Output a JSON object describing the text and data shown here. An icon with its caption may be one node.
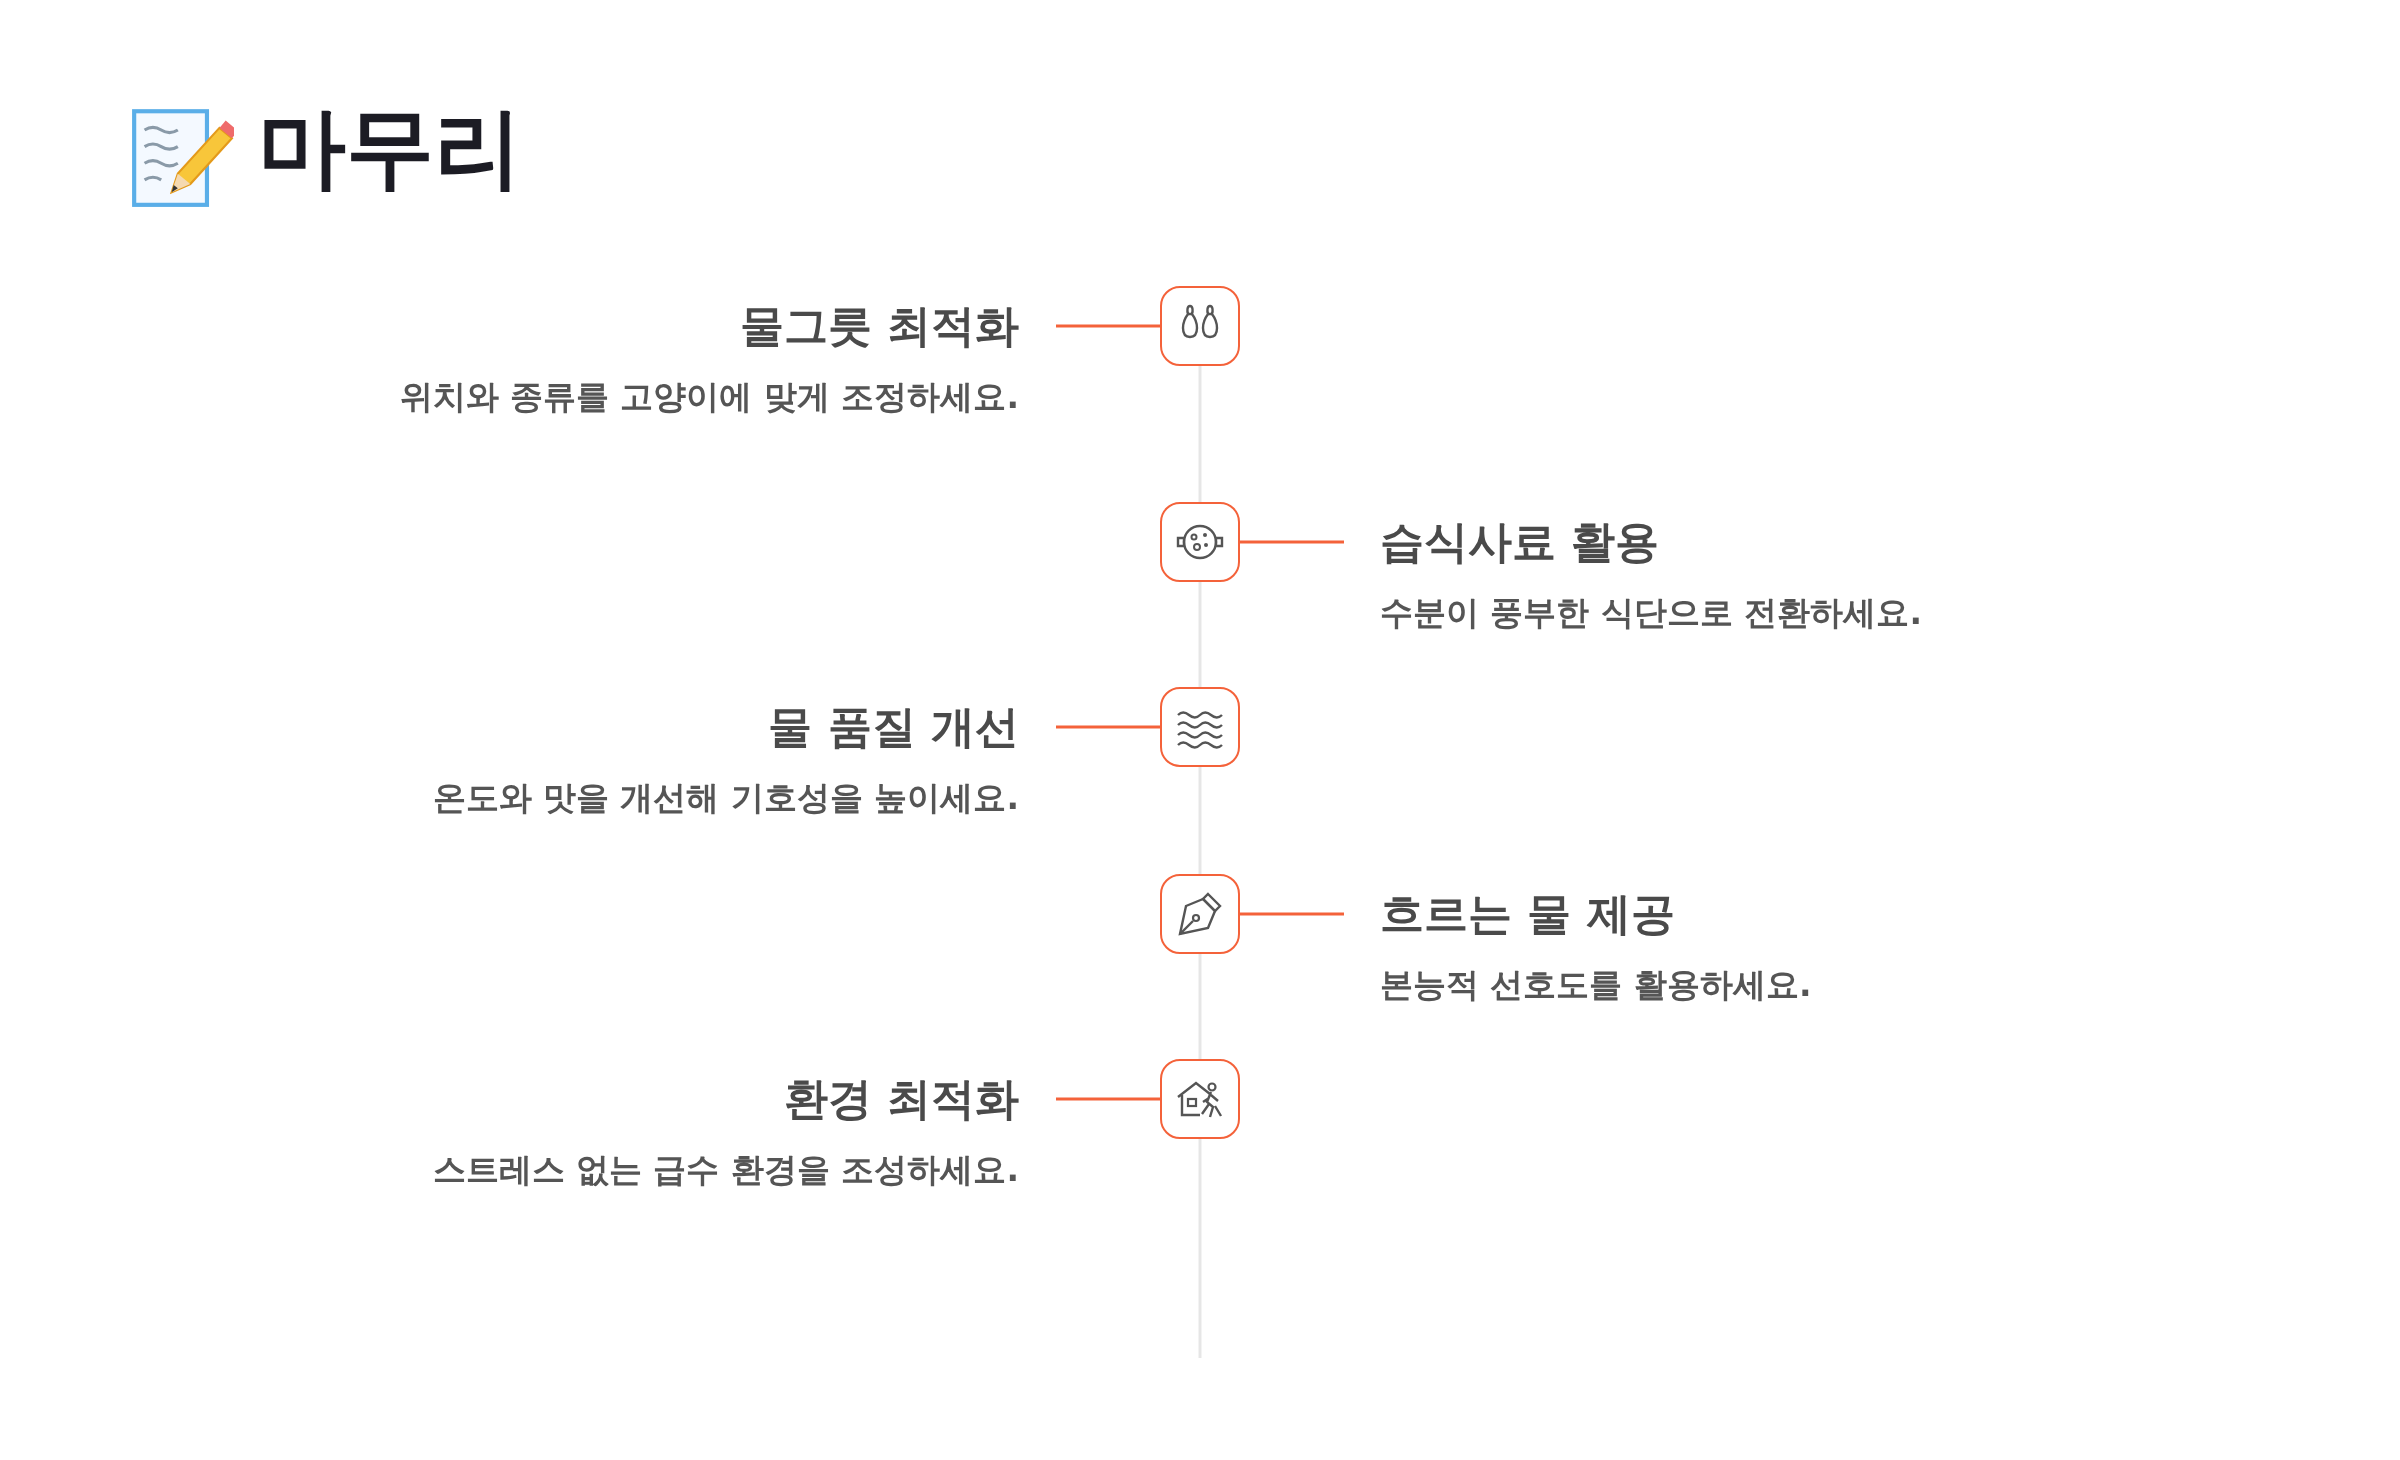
{
  "diagram": {
    "title": "마무리",
    "nodes": [
      {
        "text": [
          "물그릇 최적화",
          "위치와 종류를 고양이에 맞게 조정하세요."
        ]
      },
      {
        "text": [],
        "shape": "box"
      },
      {
        "text": [],
        "shape": "box"
      },
      {
        "text": [
          "습식사료 활용",
          "수분이 풍부한 식단으로 전환하세요."
        ]
      },
      {
        "text": [
          "물 품질 개선",
          "온도와 맛을 개선해 기호성을 높이세요."
        ]
      },
      {
        "text": [],
        "shape": "box"
      },
      {
        "text": [],
        "shape": "box"
      },
      {
        "text": [
          "흐르는 물 제공",
          "본능적 선호도를 활용하세요."
        ]
      },
      {
        "text": [
          "환경 최적화",
          "스트레스 없는 급수 환경을 조성하세요."
        ]
      },
      {
        "text": [],
        "shape": "box"
      }
    ],
    "edges": [
      {
        "from": 1,
        "to": 0,
        "arrow": "none"
      },
      {
        "from": 1,
        "to": 2,
        "arrow": "none",
        "color": "#e6e6e6"
      },
      {
        "from": 2,
        "to": 3,
        "arrow": "none"
      },
      {
        "from": 2,
        "to": 5,
        "arrow": "none",
        "color": "#e6e6e6"
      },
      {
        "from": 5,
        "to": 4,
        "arrow": "none"
      },
      {
        "from": 5,
        "to": 6,
        "arrow": "none",
        "color": "#e6e6e6"
      },
      {
        "from": 6,
        "to": 7,
        "arrow": "none"
      },
      {
        "from": 6,
        "to": 9,
        "arrow": "none",
        "color": "#e6e6e6"
      },
      {
        "from": 9,
        "to": 8,
        "arrow": "none"
      },
      {
        "from": 9,
        "to": null,
        "arrow": "none",
        "color": "#e6e6e6"
      }
    ]
  }
}
